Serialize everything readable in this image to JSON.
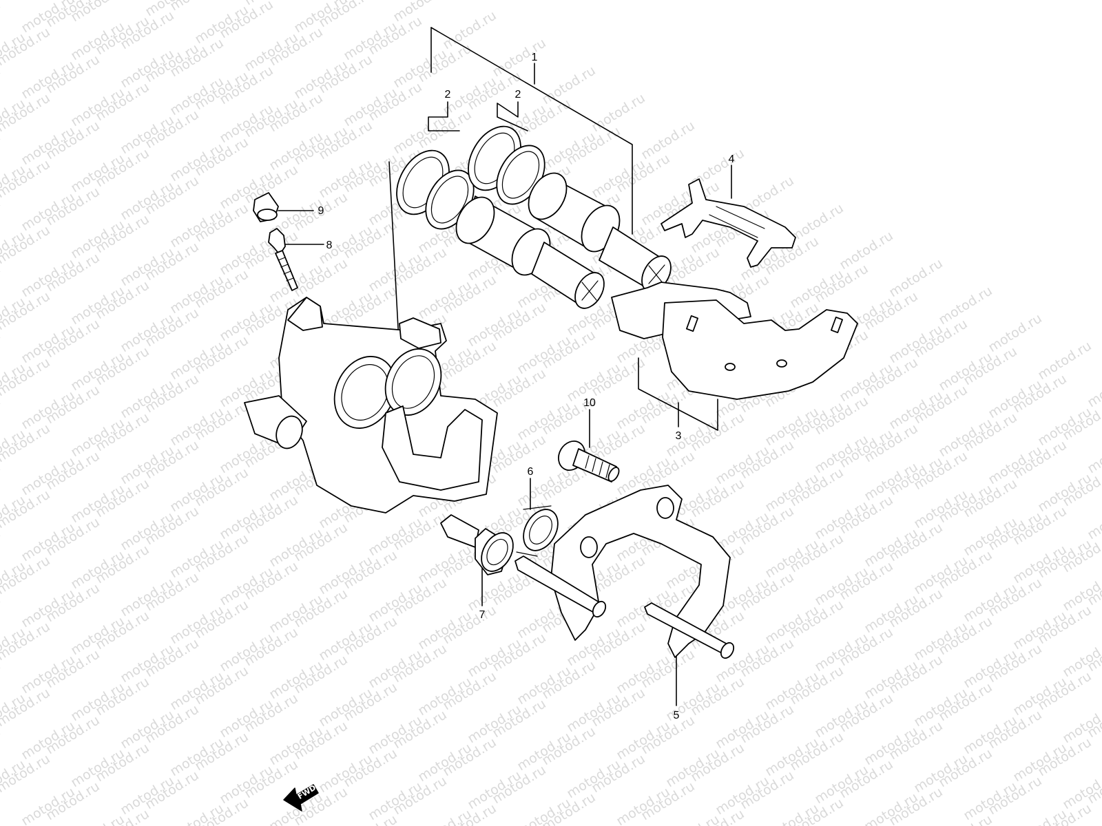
{
  "watermark": {
    "text": "motod.ru",
    "color": "#d9d9d9"
  },
  "callouts": [
    {
      "id": "1",
      "label": "1"
    },
    {
      "id": "2a",
      "label": "2"
    },
    {
      "id": "2b",
      "label": "2"
    },
    {
      "id": "3",
      "label": "3"
    },
    {
      "id": "4",
      "label": "4"
    },
    {
      "id": "5",
      "label": "5"
    },
    {
      "id": "6",
      "label": "6"
    },
    {
      "id": "7",
      "label": "7"
    },
    {
      "id": "8",
      "label": "8"
    },
    {
      "id": "9",
      "label": "9"
    },
    {
      "id": "10",
      "label": "10"
    }
  ],
  "direction_arrow": {
    "label": "FWD",
    "icon": "fwd-arrow-icon"
  },
  "colors": {
    "line": "#000000",
    "background": "#ffffff"
  }
}
